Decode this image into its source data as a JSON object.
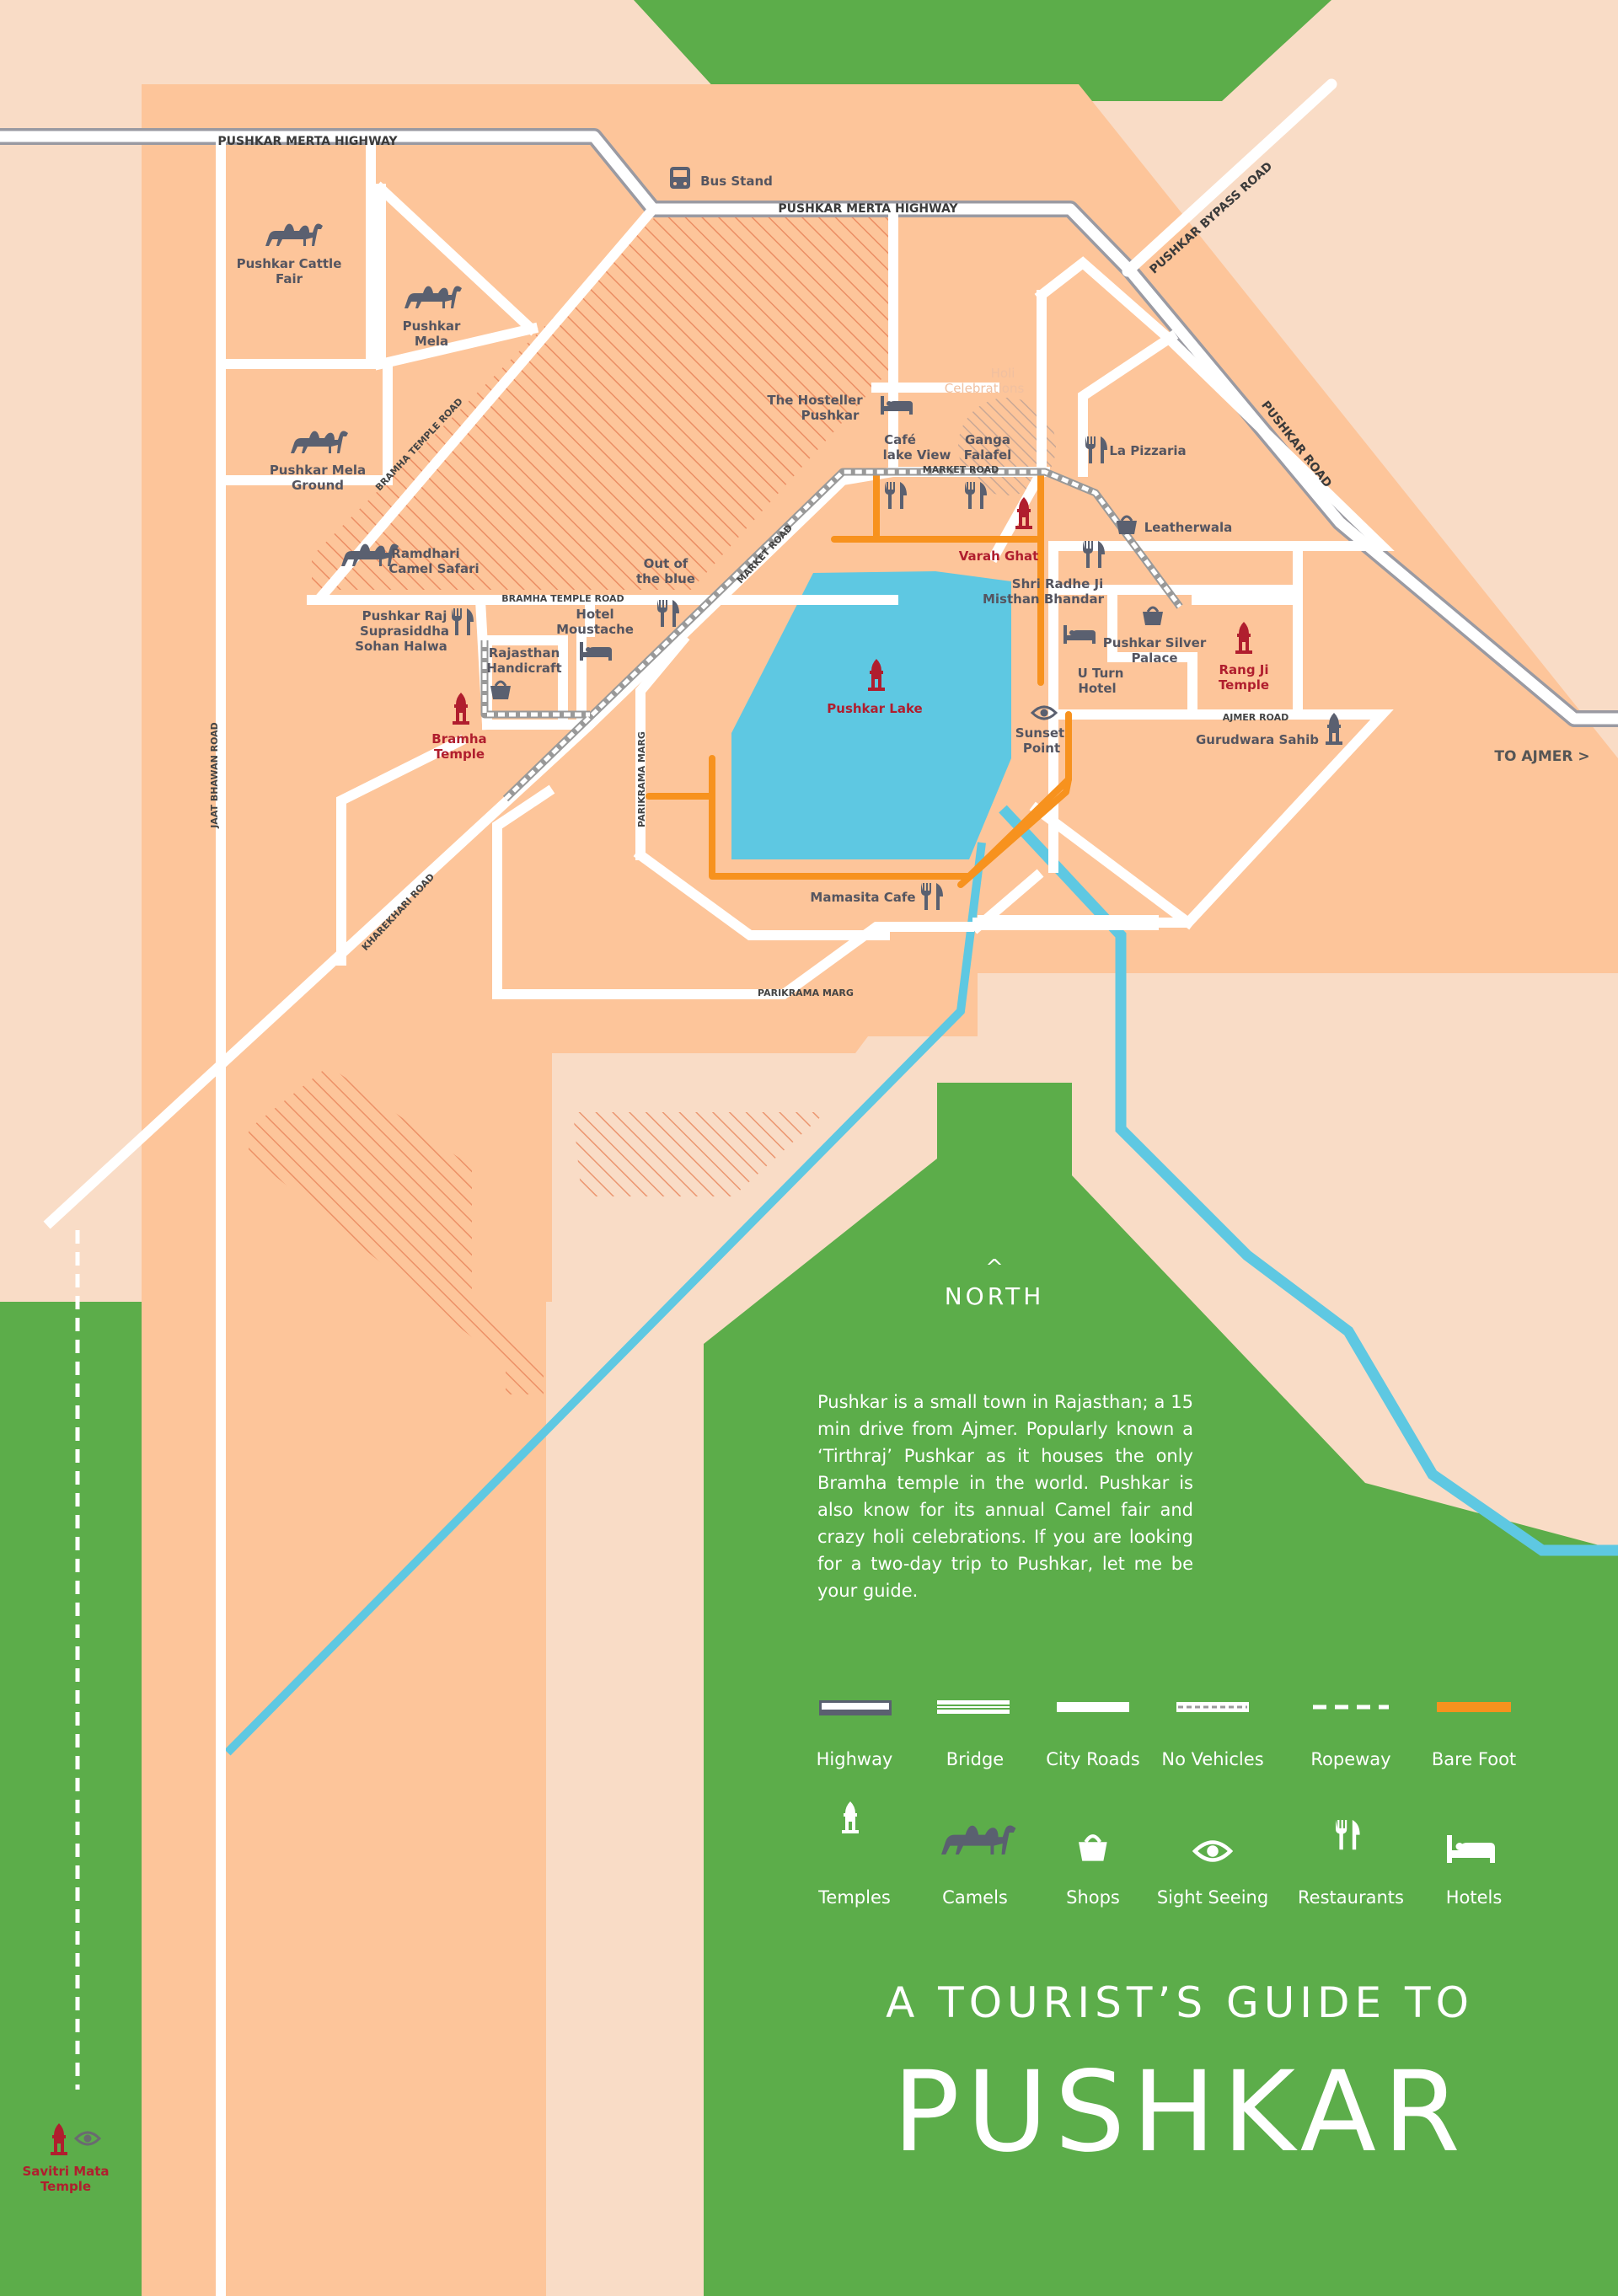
{
  "title": {
    "line1": "A TOURIST’S GUIDE TO",
    "line2": "PUSHKAR"
  },
  "north": {
    "arrow": "^",
    "label": "NORTH"
  },
  "description": "Pushkar is a small town in Rajasthan; a 15 min drive from Ajmer. Popularly known a ‘Tirthraj’ Pushkar as it houses the only Bramha temple in the world. Pushkar is also know for its annual Camel fair and crazy holi celebrations. If you are looking for a two-day trip to Pushkar, let me be your guide.",
  "roads": {
    "merta_highway_1": "PUSHKAR MERTA HIGHWAY",
    "merta_highway_2": "PUSHKAR MERTA HIGHWAY",
    "bypass": "PUSHKAR BYPASS ROAD",
    "pushkar_road": "PUSHKAR ROAD",
    "bramha_temple_road_diag": "BRAMHA TEMPLE ROAD",
    "bramha_temple_road": "BRAMHA TEMPLE ROAD",
    "market_road_diag": "MARKET ROAD",
    "market_road": "MARKET ROAD",
    "ajmer_road": "AJMER ROAD",
    "parikrama_marg_v": "PARIKRAMA MARG",
    "parikrama_marg_h": "PARIKRAMA MARG",
    "jaat_bhawan": "JAAT BHAWAN ROAD",
    "kharekhari": "KHAREKHARI ROAD",
    "to_ajmer": "TO AJMER >"
  },
  "places": {
    "bus_stand": "Bus Stand",
    "cattle_fair_1": "Pushkar Cattle",
    "cattle_fair_2": "Fair",
    "mela_1": "Pushkar",
    "mela_2": "Mela",
    "mela_ground_1": "Pushkar Mela",
    "mela_ground_2": "Ground",
    "ramdhari_1": "Ramdhari",
    "ramdhari_2": "Camel Safari",
    "hosteller_1": "The Hosteller",
    "hosteller_2": "Pushkar",
    "holi_1": "Holi",
    "holi_2": "Celebrations",
    "cafe_lake_1": "Café",
    "cafe_lake_2": "lake View",
    "ganga_1": "Ganga",
    "ganga_2": "Falafel",
    "pizzaria": "La Pizzaria",
    "leatherwala": "Leatherwala",
    "varah_ghat": "Varah Ghat",
    "out_blue_1": "Out of",
    "out_blue_2": "the blue",
    "radhe_1": "Shri Radhe Ji",
    "radhe_2": "Misthan Bhandar",
    "silver_1": "Pushkar Silver",
    "silver_2": "Palace",
    "rangji_1": "Rang Ji",
    "rangji_2": "Temple",
    "uturn_1": "U Turn",
    "uturn_2": "Hotel",
    "pushkar_raj_1": "Pushkar Raj",
    "pushkar_raj_2": "Suprasiddha",
    "pushkar_raj_3": "Sohan Halwa",
    "handicraft_1": "Rajasthan",
    "handicraft_2": "Handicraft",
    "moustache_1": "Hotel",
    "moustache_2": "Moustache",
    "bramha_1": "Bramha",
    "bramha_2": "Temple",
    "lake": "Pushkar Lake",
    "sunset_1": "Sunset",
    "sunset_2": "Point",
    "gurudwara": "Gurudwara Sahib",
    "mamasita": "Mamasita Cafe",
    "savitri_1": "Savitri Mata",
    "savitri_2": "Temple"
  },
  "legend": {
    "lines": [
      "Highway",
      "Bridge",
      "City Roads",
      "No Vehicles",
      "Ropeway",
      "Bare Foot"
    ],
    "icons": [
      {
        "label": "Temples",
        "icon": "temple-icon"
      },
      {
        "label": "Camels",
        "icon": "camel-icon"
      },
      {
        "label": "Shops",
        "icon": "shop-basket-icon"
      },
      {
        "label": "Sight Seeing",
        "icon": "eye-icon"
      },
      {
        "label": "Restaurants",
        "icon": "fork-knife-icon"
      },
      {
        "label": "Hotels",
        "icon": "bed-icon"
      }
    ]
  },
  "colors": {
    "background": "#f9dcc6",
    "land": "#fdc59a",
    "green": "#5cad4a",
    "lake": "#5ec8e2",
    "river": "#5ec8e2",
    "bare_foot": "#f7921e",
    "temple_red": "#b01e2e"
  }
}
